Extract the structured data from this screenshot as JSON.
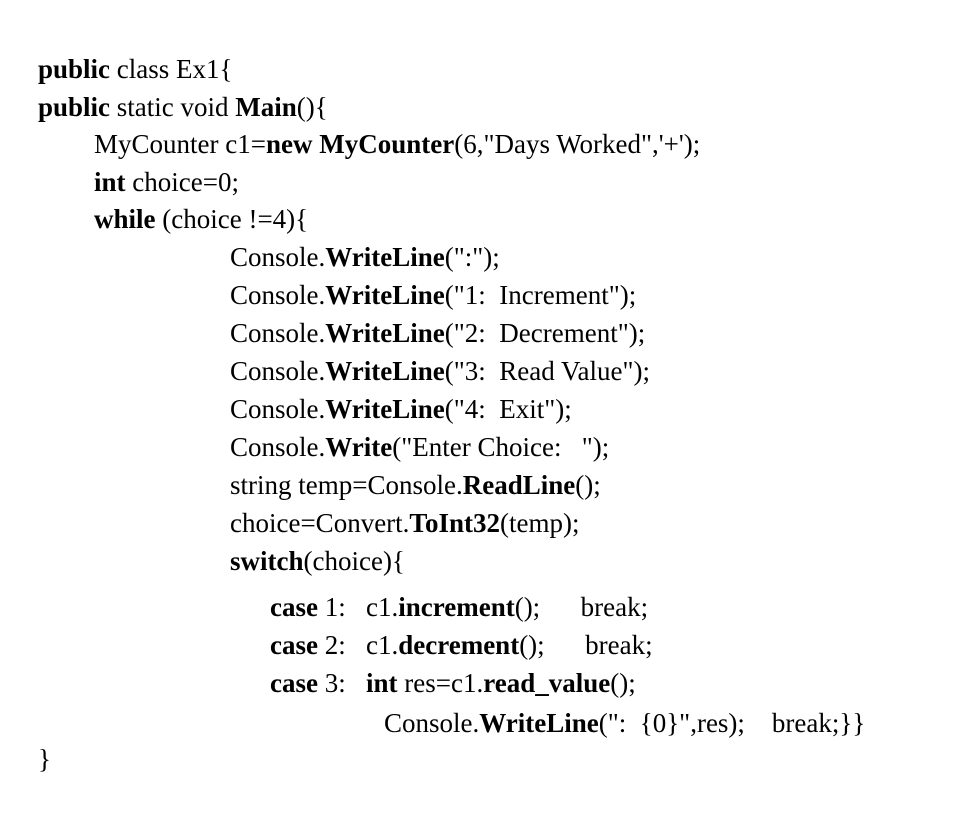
{
  "code": {
    "lines": [
      {
        "segments": [
          {
            "t": "public",
            "s": "kw"
          },
          {
            "t": " class Ex1{",
            "s": "plain"
          }
        ]
      },
      {
        "segments": [
          {
            "t": "public",
            "s": "kw"
          },
          {
            "t": " static void ",
            "s": "plain"
          },
          {
            "t": "Main",
            "s": "fn"
          },
          {
            "t": "(){",
            "s": "plain"
          }
        ]
      },
      {
        "segments": [
          {
            "t": "MyCounter c1=",
            "s": "plain"
          },
          {
            "t": "new",
            "s": "kw"
          },
          {
            "t": " ",
            "s": "plain"
          },
          {
            "t": "MyCounter",
            "s": "fn"
          },
          {
            "t": "(6,\"Days Worked\",'+');",
            "s": "plain"
          }
        ]
      },
      {
        "segments": [
          {
            "t": "int",
            "s": "kw"
          },
          {
            "t": " choice=0;",
            "s": "plain"
          }
        ]
      },
      {
        "segments": [
          {
            "t": "while",
            "s": "kw"
          },
          {
            "t": " (choice !=4){",
            "s": "plain"
          }
        ]
      },
      {
        "segments": [
          {
            "t": "Console.",
            "s": "plain"
          },
          {
            "t": "WriteLine",
            "s": "fn"
          },
          {
            "t": "(\":\");",
            "s": "plain"
          }
        ]
      },
      {
        "segments": [
          {
            "t": "Console.",
            "s": "plain"
          },
          {
            "t": "WriteLine",
            "s": "fn"
          },
          {
            "t": "(\"1:  Increment\");",
            "s": "plain"
          }
        ]
      },
      {
        "segments": [
          {
            "t": "Console.",
            "s": "plain"
          },
          {
            "t": "WriteLine",
            "s": "fn"
          },
          {
            "t": "(\"2:  Decrement\");",
            "s": "plain"
          }
        ]
      },
      {
        "segments": [
          {
            "t": "Console.",
            "s": "plain"
          },
          {
            "t": "WriteLine",
            "s": "fn"
          },
          {
            "t": "(\"3:  Read Value\");",
            "s": "plain"
          }
        ]
      },
      {
        "segments": [
          {
            "t": "Console.",
            "s": "plain"
          },
          {
            "t": "WriteLine",
            "s": "fn"
          },
          {
            "t": "(\"4:  Exit\");",
            "s": "plain"
          }
        ]
      },
      {
        "segments": [
          {
            "t": "Console.",
            "s": "plain"
          },
          {
            "t": "Write",
            "s": "fn"
          },
          {
            "t": "(\"Enter Choice:   \");",
            "s": "plain"
          }
        ]
      },
      {
        "segments": [
          {
            "t": "string temp=Console.",
            "s": "plain"
          },
          {
            "t": "ReadLine",
            "s": "fn"
          },
          {
            "t": "();",
            "s": "plain"
          }
        ]
      },
      {
        "segments": [
          {
            "t": "choice=Convert.",
            "s": "plain"
          },
          {
            "t": "ToInt32",
            "s": "fn"
          },
          {
            "t": "(temp);",
            "s": "plain"
          }
        ]
      },
      {
        "segments": [
          {
            "t": "switch",
            "s": "kw"
          },
          {
            "t": "(choice){",
            "s": "plain"
          }
        ]
      },
      {
        "segments": [
          {
            "t": "case",
            "s": "kw"
          },
          {
            "t": " 1:   c1.",
            "s": "plain"
          },
          {
            "t": "increment",
            "s": "fn"
          },
          {
            "t": "();      break;",
            "s": "plain"
          }
        ]
      },
      {
        "segments": [
          {
            "t": "case",
            "s": "kw"
          },
          {
            "t": " 2:   c1.",
            "s": "plain"
          },
          {
            "t": "decrement",
            "s": "fn"
          },
          {
            "t": "();      break;",
            "s": "plain"
          }
        ]
      },
      {
        "segments": [
          {
            "t": "case",
            "s": "kw"
          },
          {
            "t": " 3:   ",
            "s": "plain"
          },
          {
            "t": "int",
            "s": "kw"
          },
          {
            "t": " res=c1.",
            "s": "plain"
          },
          {
            "t": "read_value",
            "s": "fn"
          },
          {
            "t": "();",
            "s": "plain"
          }
        ]
      },
      {
        "segments": [
          {
            "t": "Console.",
            "s": "plain"
          },
          {
            "t": "WriteLine",
            "s": "fn"
          },
          {
            "t": "(\":  {0}\",res);    break;}}",
            "s": "plain"
          }
        ]
      },
      {
        "segments": [
          {
            "t": "}",
            "s": "plain"
          }
        ]
      }
    ]
  }
}
